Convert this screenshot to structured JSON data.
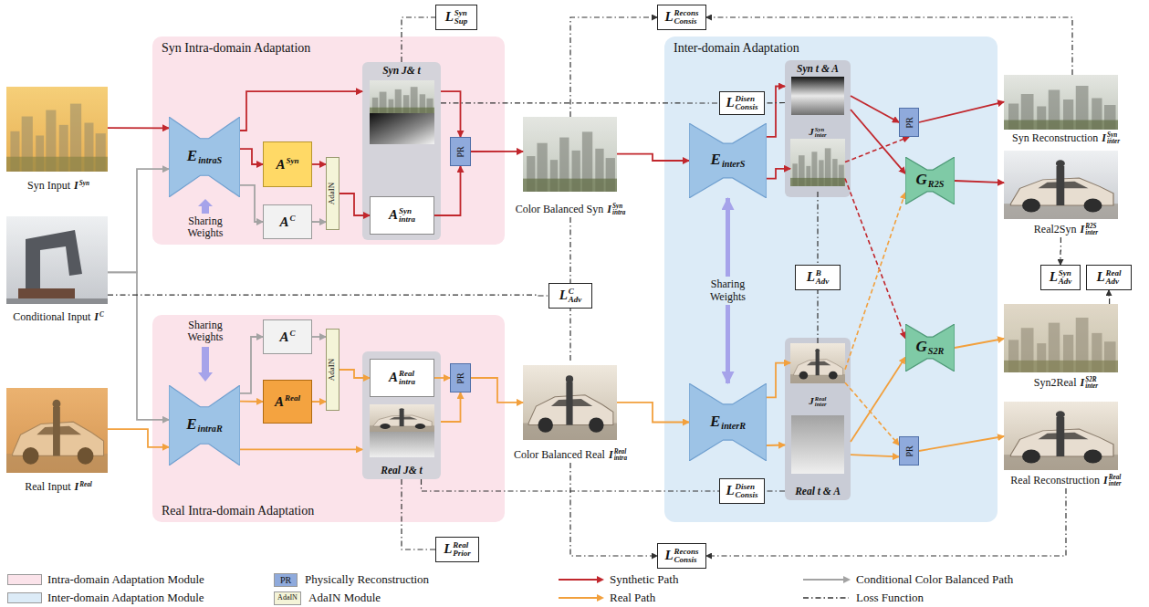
{
  "diagram": {
    "nodes": [
      {
        "text": [
          "Syn Intra-domain Adaptation"
        ]
      },
      {
        "text": [
          "Real Intra-domain Adaptation"
        ]
      },
      {
        "text": [
          "Inter-domain Adaptation"
        ]
      },
      {
        "text": [
          "Syn Input",
          "I",
          "Syn"
        ]
      },
      {
        "text": [
          "Conditional Input",
          "I",
          "C"
        ]
      },
      {
        "text": [
          "Real Input",
          "I",
          "Real"
        ]
      },
      {
        "text": [
          "E",
          "intraS"
        ],
        "in": 0
      },
      {
        "text": [
          "A",
          "Syn"
        ],
        "in": 0
      },
      {
        "text": [
          "A",
          "C"
        ],
        "in": 0
      },
      {
        "text": [
          "AdaIN"
        ],
        "in": 0
      },
      {
        "text": [
          "Syn J& t"
        ],
        "in": 0
      },
      {
        "text": [
          "A",
          "Syn",
          "intra"
        ],
        "in": 10
      },
      {
        "text": [
          "PR"
        ],
        "in": 0
      },
      {
        "text": [
          "Color Balanced Syn",
          "I",
          "Syn",
          "intra"
        ]
      },
      {
        "text": [
          "E",
          "intraR"
        ],
        "in": 1
      },
      {
        "text": [
          "A",
          "C"
        ],
        "in": 1
      },
      {
        "text": [
          "A",
          "Real"
        ],
        "in": 1
      },
      {
        "text": [
          "AdaIN"
        ],
        "in": 1
      },
      {
        "text": [
          "Real J& t"
        ],
        "in": 1
      },
      {
        "text": [
          "A",
          "Real",
          "intra"
        ],
        "in": 18
      },
      {
        "text": [
          "PR"
        ],
        "in": 1
      },
      {
        "text": [
          "Color Balanced Real",
          "I",
          "Real",
          "intra"
        ]
      },
      {
        "text": [
          "E",
          "interS"
        ],
        "in": 2
      },
      {
        "text": [
          "Syn t & A"
        ],
        "in": 2
      },
      {
        "text": [
          "J",
          "Syn",
          "inter"
        ],
        "in": 23
      },
      {
        "text": [
          "E",
          "interR"
        ],
        "in": 2
      },
      {
        "text": [
          "Real t & A"
        ],
        "in": 2
      },
      {
        "text": [
          "J",
          "Real",
          "inter"
        ],
        "in": 26
      },
      {
        "text": [
          "PR"
        ],
        "in": 2
      },
      {
        "text": [
          "G",
          "R2S"
        ],
        "in": 2
      },
      {
        "text": [
          "G",
          "S2R"
        ],
        "in": 2
      },
      {
        "text": [
          "PR"
        ],
        "in": 2
      },
      {
        "text": [
          "Syn Reconstruction",
          "I",
          "Syn",
          "inter"
        ]
      },
      {
        "text": [
          "Real2Syn",
          "I",
          "R2S",
          "inter"
        ]
      },
      {
        "text": [
          "Syn2Real",
          "I",
          "S2R",
          "inter"
        ]
      },
      {
        "text": [
          "Real Reconstruction",
          "I",
          "Real",
          "inter"
        ]
      },
      {
        "text": [
          "L",
          "Syn",
          "Sup"
        ]
      },
      {
        "text": [
          "L",
          "Recons",
          "Consis"
        ]
      },
      {
        "text": [
          "L",
          "Disen",
          "Consis"
        ]
      },
      {
        "text": [
          "L",
          "C",
          "Adv"
        ]
      },
      {
        "text": [
          "L",
          "B",
          "Adv"
        ]
      },
      {
        "text": [
          "L",
          "Syn",
          "Adv"
        ]
      },
      {
        "text": [
          "L",
          "Real",
          "Adv"
        ]
      },
      {
        "text": [
          "L",
          "Disen",
          "Consis"
        ]
      },
      {
        "text": [
          "L",
          "Real",
          "Prior"
        ]
      },
      {
        "text": [
          "L",
          "Recons",
          "Consis"
        ]
      }
    ],
    "edges": [
      {
        "from": 3,
        "to": 6,
        "arrow": "to"
      },
      {
        "from": 4,
        "to": 6,
        "arrow": "to"
      },
      {
        "from": 4,
        "to": 14,
        "arrow": "to"
      },
      {
        "from": 5,
        "to": 14,
        "arrow": "to"
      },
      {
        "from": 6,
        "to": 10,
        "arrow": "to"
      },
      {
        "from": 6,
        "to": 7,
        "arrow": "to"
      },
      {
        "from": 6,
        "to": 8,
        "arrow": "to"
      },
      {
        "from": 7,
        "to": 9,
        "arrow": "to"
      },
      {
        "from": 8,
        "to": 9,
        "arrow": "to"
      },
      {
        "from": 9,
        "to": 11,
        "arrow": "to"
      },
      {
        "from": 10,
        "to": 12,
        "arrow": "to"
      },
      {
        "from": 11,
        "to": 12,
        "arrow": "to"
      },
      {
        "from": 12,
        "to": 13,
        "arrow": "to"
      },
      {
        "from": 14,
        "to": 15,
        "arrow": "to"
      },
      {
        "from": 14,
        "to": 16,
        "arrow": "to"
      },
      {
        "from": 15,
        "to": 17,
        "arrow": "to"
      },
      {
        "from": 16,
        "to": 17,
        "arrow": "to"
      },
      {
        "from": 17,
        "to": 19,
        "arrow": "to"
      },
      {
        "from": 14,
        "to": 18,
        "arrow": "to"
      },
      {
        "from": 18,
        "to": 20,
        "arrow": "to"
      },
      {
        "from": 19,
        "to": 20,
        "arrow": "to"
      },
      {
        "from": 20,
        "to": 21,
        "arrow": "to"
      },
      {
        "from": 13,
        "to": 22,
        "arrow": "to"
      },
      {
        "from": 21,
        "to": 25,
        "arrow": "to"
      },
      {
        "from": 22,
        "to": 25,
        "arrow": "both",
        "label": "Sharing Weights"
      },
      {
        "from": 22,
        "to": 23,
        "arrow": "to"
      },
      {
        "from": 22,
        "to": 24,
        "arrow": "to"
      },
      {
        "from": 25,
        "to": 27,
        "arrow": "to"
      },
      {
        "from": 25,
        "to": 26,
        "arrow": "to"
      },
      {
        "from": 23,
        "to": 28,
        "arrow": "to"
      },
      {
        "from": 24,
        "to": 28,
        "arrow": "to"
      },
      {
        "from": 23,
        "to": 29,
        "arrow": "to"
      },
      {
        "from": 24,
        "to": 30,
        "arrow": "to"
      },
      {
        "from": 27,
        "to": 29,
        "arrow": "to"
      },
      {
        "from": 27,
        "to": 31,
        "arrow": "to"
      },
      {
        "from": 26,
        "to": 30,
        "arrow": "to"
      },
      {
        "from": 26,
        "to": 31,
        "arrow": "to"
      },
      {
        "from": 28,
        "to": 32,
        "arrow": "to"
      },
      {
        "from": 29,
        "to": 33,
        "arrow": "to"
      },
      {
        "from": 30,
        "to": 34,
        "arrow": "to"
      },
      {
        "from": 31,
        "to": 35,
        "arrow": "to"
      },
      {
        "from": 10,
        "to": 36,
        "arrow": "none"
      },
      {
        "from": 13,
        "to": 37,
        "arrow": "to"
      },
      {
        "from": 32,
        "to": 37,
        "arrow": "to"
      },
      {
        "from": 10,
        "to": 38,
        "arrow": "none"
      },
      {
        "from": 23,
        "to": 38,
        "arrow": "none"
      },
      {
        "from": 4,
        "to": 39,
        "arrow": "none"
      },
      {
        "from": 13,
        "to": 39,
        "arrow": "none"
      },
      {
        "from": 21,
        "to": 39,
        "arrow": "none"
      },
      {
        "from": 24,
        "to": 40,
        "arrow": "none"
      },
      {
        "from": 27,
        "to": 40,
        "arrow": "none"
      },
      {
        "from": 33,
        "to": 41,
        "arrow": "to"
      },
      {
        "from": 34,
        "to": 42,
        "arrow": "to"
      },
      {
        "from": 18,
        "to": 43,
        "arrow": "none"
      },
      {
        "from": 26,
        "to": 43,
        "arrow": "none"
      },
      {
        "from": 18,
        "to": 44,
        "arrow": "none"
      },
      {
        "from": 21,
        "to": 45,
        "arrow": "to"
      },
      {
        "from": 35,
        "to": 45,
        "arrow": "to"
      }
    ],
    "labels": [
      "Sharing Weights",
      "Sharing Weights",
      "PR",
      "AdaIN"
    ],
    "legend": [
      {
        "text": "Intra-domain Adaptation Module",
        "color": "#fbe3ea"
      },
      {
        "text": "Physically Reconstruction",
        "color": "#8faadc"
      },
      {
        "text": "Synthetic Path"
      },
      {
        "text": "Conditional Color Balanced Path"
      },
      {
        "text": "Inter-domain Adaptation Module",
        "color": "#dcebf7"
      },
      {
        "text": "AdaIN Module",
        "color": "#f4f4d8"
      },
      {
        "text": "Real Path"
      },
      {
        "text": "Loss Function"
      }
    ]
  }
}
